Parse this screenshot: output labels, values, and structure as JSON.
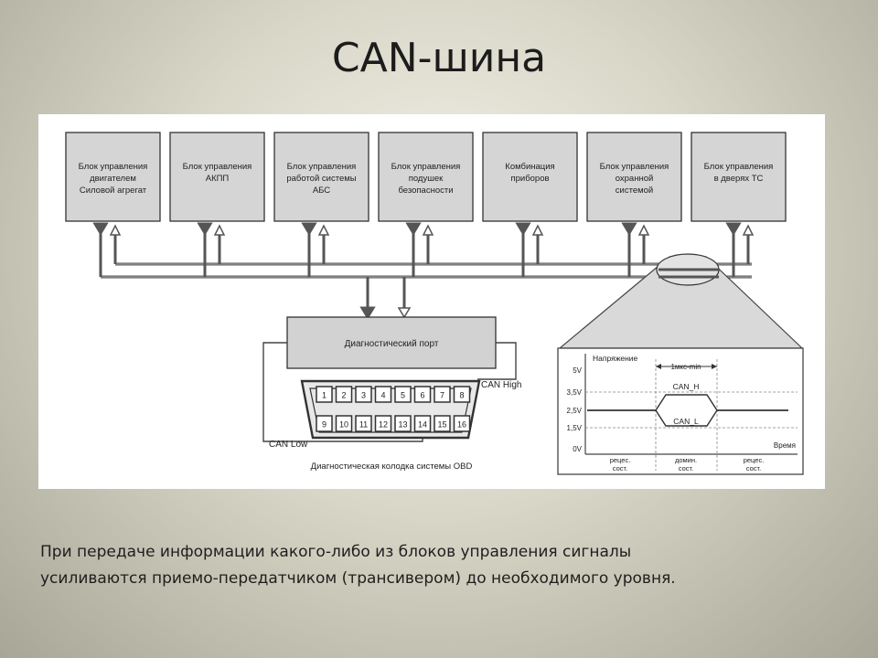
{
  "title": "CAN-шина",
  "caption_lines": [
    "При передаче информации какого-либо из блоков управления сигналы",
    "усиливаются приемо-передатчиком (трансивером) до необходимого уровня."
  ],
  "diagram": {
    "ecus": [
      {
        "lines": [
          "Блок управления",
          "двигателем",
          "Силовой агрегат"
        ]
      },
      {
        "lines": [
          "Блок управления",
          "АКПП"
        ]
      },
      {
        "lines": [
          "Блок управления",
          "работой системы",
          "АБС"
        ]
      },
      {
        "lines": [
          "Блок управления",
          "подушек",
          "безопасности"
        ]
      },
      {
        "lines": [
          "Комбинация",
          "приборов"
        ]
      },
      {
        "lines": [
          "Блок управления",
          "охранной",
          "системой"
        ]
      },
      {
        "lines": [
          "Блок управления",
          "в дверях ТС"
        ]
      }
    ],
    "diag_port_label": "Диагностический порт",
    "connector_pins_top": [
      "1",
      "2",
      "3",
      "4",
      "5",
      "6",
      "7",
      "8"
    ],
    "connector_pins_bottom": [
      "9",
      "10",
      "11",
      "12",
      "13",
      "14",
      "15",
      "16"
    ],
    "can_high_label": "CAN High",
    "can_low_label": "CAN Low",
    "connector_caption": "Диагностическая колодка системы OBD",
    "signal": {
      "y_axis_label": "Напряжение",
      "voltage_ticks": [
        "5V",
        "3,5V",
        "2,5V",
        "1,5V",
        "0V"
      ],
      "time_span_label": "1мкс-min",
      "can_h_label": "CAN_H",
      "can_l_label": "CAN_L",
      "time_label": "Время",
      "states": [
        {
          "lines": [
            "рецес.",
            "сост."
          ]
        },
        {
          "lines": [
            "домин.",
            "сост."
          ]
        },
        {
          "lines": [
            "рецес.",
            "сост."
          ]
        }
      ]
    }
  }
}
